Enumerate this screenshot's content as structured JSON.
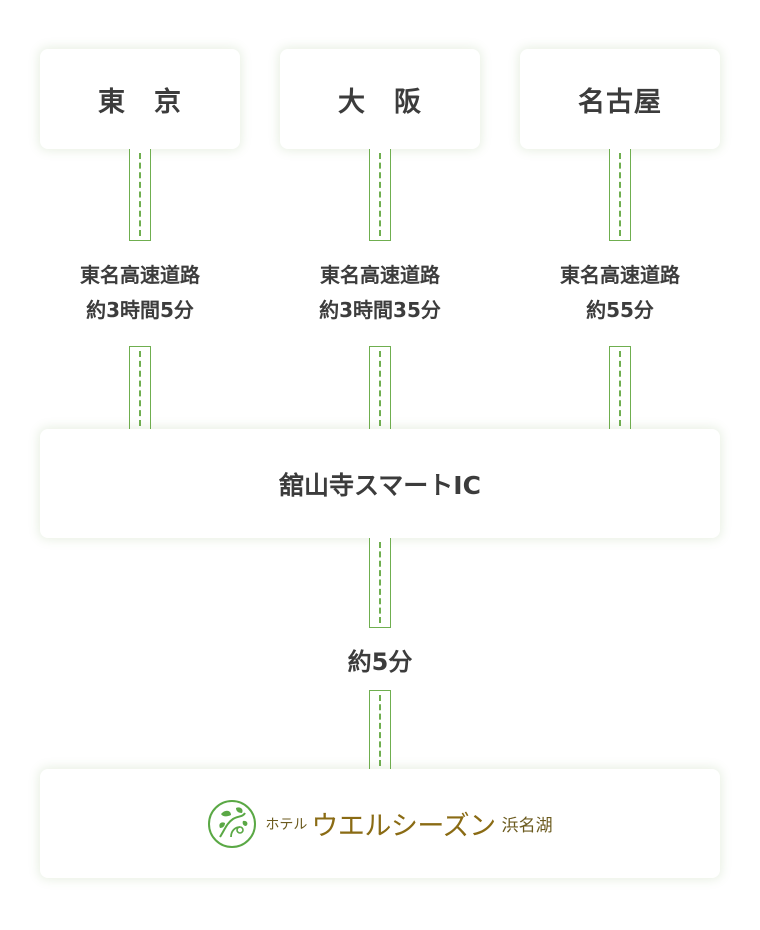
{
  "origins": [
    {
      "name": "東　京",
      "route_name": "東名高速道路",
      "duration": "約3時間5分"
    },
    {
      "name": "大　阪",
      "route_name": "東名高速道路",
      "duration": "約3時間35分"
    },
    {
      "name": "名古屋",
      "route_name": "東名高速道路",
      "duration": "約55分"
    }
  ],
  "interchange": {
    "name": "舘山寺スマートIC"
  },
  "final_leg": {
    "duration": "約5分"
  },
  "destination": {
    "prefix": "ホテル",
    "name": "ウエルシーズン",
    "suffix": "浜名湖"
  },
  "colors": {
    "road_line": "#6fae4f",
    "text": "#3c3c3c",
    "hotel_brand": "#8a6b14",
    "logo_green": "#5aa845"
  },
  "icons": {
    "hotel_logo": "leaf-vine-circle-icon"
  }
}
